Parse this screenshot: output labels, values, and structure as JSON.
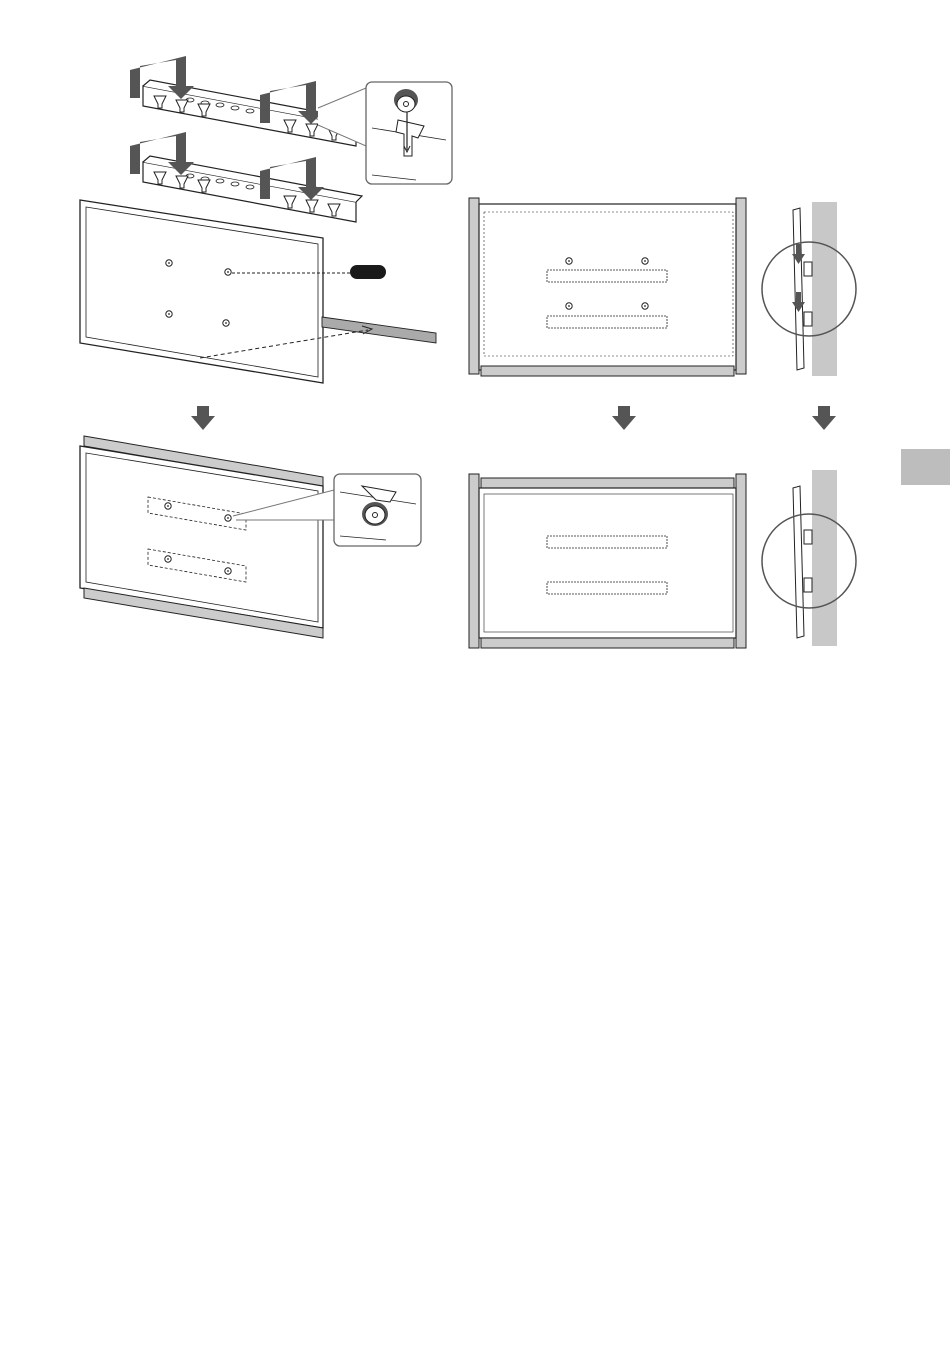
{
  "document": {
    "page_type": "wall-mount installation illustration",
    "steps": [
      {
        "name": "attach-brackets",
        "description_visible": false
      },
      {
        "name": "hang-tv-on-brackets",
        "description_visible": false
      },
      {
        "name": "tv-mounted-side-view",
        "description_visible": false
      }
    ],
    "section_tab_color": "#bdbdbd"
  },
  "colors": {
    "line": "#222222",
    "arrow_fill": "#555555",
    "frame_gray": "#a9a9a9",
    "wall_gray": "#c8c8c8",
    "callout_label": "#1a1a1a"
  },
  "icons": [
    "down-arrow-icon",
    "screw-icon",
    "hook-icon",
    "zoom-circle-icon"
  ]
}
